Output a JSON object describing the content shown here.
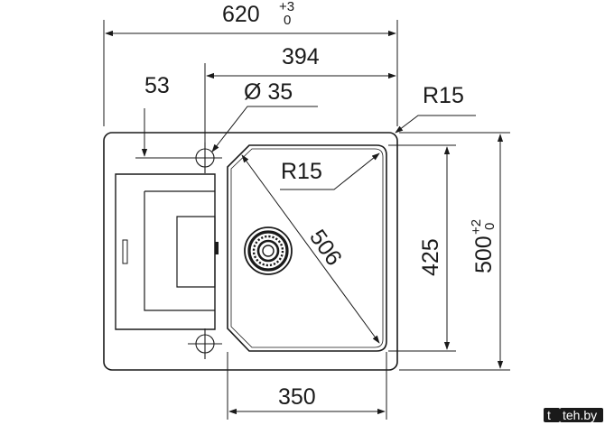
{
  "dimensions": {
    "total_width": {
      "value": "620",
      "tol_upper": "+3",
      "tol_lower": "0"
    },
    "bowl_width": "394",
    "offset": "53",
    "tap_hole": "Ø 35",
    "corner_outer": "R15",
    "corner_bowl": "R15",
    "diagonal": "506",
    "bowl_depth": "425",
    "total_depth": {
      "value": "500",
      "tol_upper": "+2",
      "tol_lower": "0"
    },
    "bowl_inner_width": "350"
  },
  "watermark": {
    "text": "teh.by",
    "logo": "teh-by-logo"
  },
  "colors": {
    "line": "#1a1a1a",
    "watermark_bg": "#1a1a1a"
  }
}
